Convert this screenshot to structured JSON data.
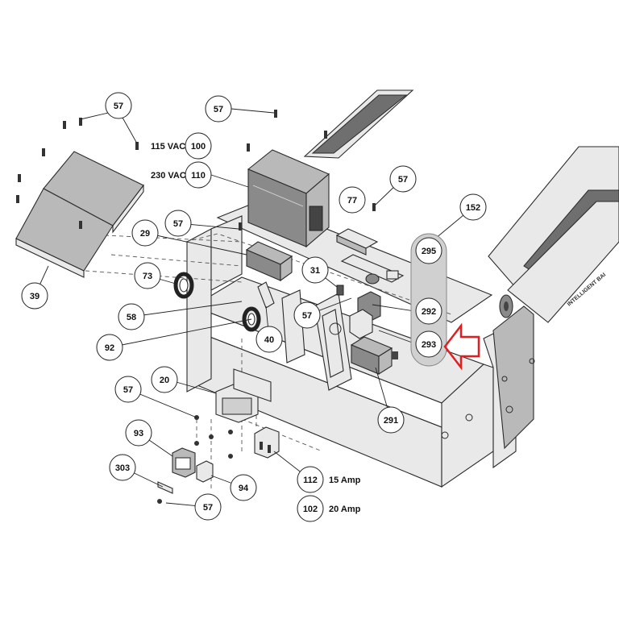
{
  "callouts": [
    {
      "id": "c57a",
      "label": "57"
    },
    {
      "id": "c57b",
      "label": "57"
    },
    {
      "id": "c100",
      "label": "100"
    },
    {
      "id": "c110",
      "label": "110"
    },
    {
      "id": "c57c",
      "label": "57"
    },
    {
      "id": "c152",
      "label": "152"
    },
    {
      "id": "c77",
      "label": "77"
    },
    {
      "id": "c57d",
      "label": "57"
    },
    {
      "id": "c29",
      "label": "29"
    },
    {
      "id": "c295",
      "label": "295"
    },
    {
      "id": "c73",
      "label": "73"
    },
    {
      "id": "c31",
      "label": "31"
    },
    {
      "id": "c39",
      "label": "39"
    },
    {
      "id": "c292",
      "label": "292"
    },
    {
      "id": "c58",
      "label": "58"
    },
    {
      "id": "c57e",
      "label": "57"
    },
    {
      "id": "c293",
      "label": "293"
    },
    {
      "id": "c92",
      "label": "92"
    },
    {
      "id": "c40",
      "label": "40"
    },
    {
      "id": "c20",
      "label": "20"
    },
    {
      "id": "c57f",
      "label": "57"
    },
    {
      "id": "c291",
      "label": "291"
    },
    {
      "id": "c93",
      "label": "93"
    },
    {
      "id": "c303",
      "label": "303"
    },
    {
      "id": "c112",
      "label": "112"
    },
    {
      "id": "c94",
      "label": "94"
    },
    {
      "id": "c57g",
      "label": "57"
    },
    {
      "id": "c102",
      "label": "102"
    }
  ],
  "specs": {
    "vac115": "115 VAC",
    "vac230": "230 VAC",
    "amp15": "15 Amp",
    "amp20": "20 Amp"
  },
  "belt_text": "INTELLIGENT BAI",
  "colors": {
    "highlight_arrow": "#e02020",
    "balloon_stroke": "#222222"
  }
}
